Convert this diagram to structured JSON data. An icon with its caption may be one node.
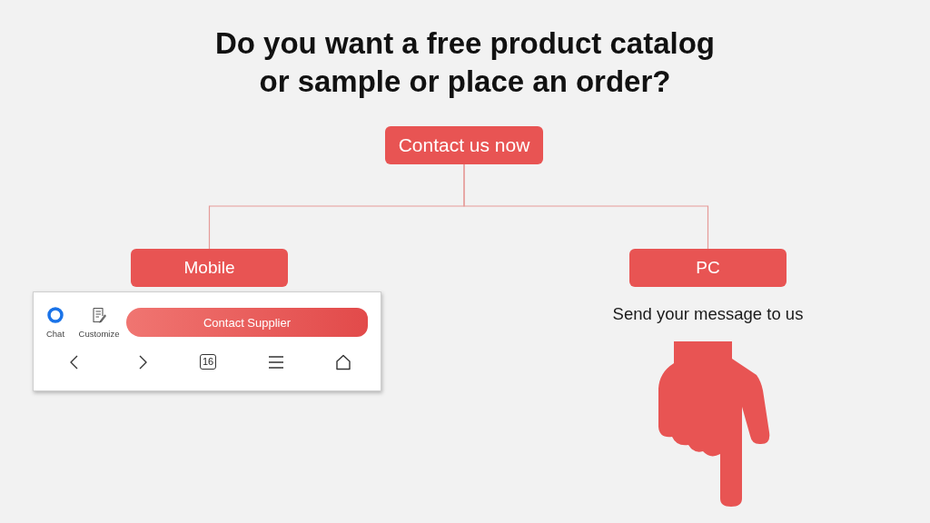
{
  "diagram": {
    "title": "Do you want a free product catalog or sample or place an order?",
    "nodes": [
      {
        "text": [
          "Contact us now"
        ]
      },
      {
        "text": [
          "Mobile"
        ]
      },
      {
        "text": [
          "PC"
        ],
        "beside": [
          "Send your message to us"
        ]
      },
      {
        "text": [
          "Chat",
          "Customize",
          "16"
        ]
      },
      {
        "text": [
          "Contact Supplier"
        ],
        "in": 3
      }
    ],
    "edges": [
      {
        "from": 0,
        "to": 1,
        "arrow": "none"
      },
      {
        "from": 0,
        "to": 2,
        "arrow": "none"
      }
    ]
  }
}
